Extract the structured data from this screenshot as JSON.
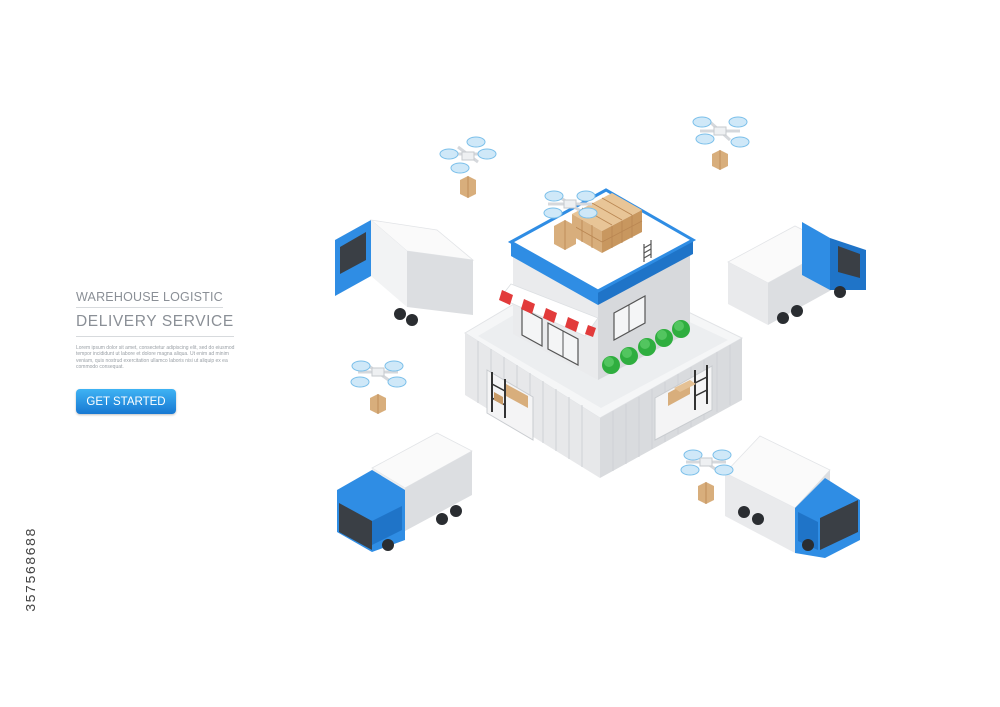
{
  "hero": {
    "subtitle": "WAREHOUSE LOGISTIC",
    "title": "DELIVERY SERVICE",
    "body": "Lorem ipsum dolor sit amet, consectetur adipiscing elit, sed do eiusmod tempor incididunt ut labore et dolore magna aliqua. Ut enim ad minim veniam, quis nostrud exercitation ullamco laboris nisi ut aliquip ex ea commodo consequat.",
    "cta_label": "GET STARTED"
  },
  "watermark": {
    "stock_id": "357568688"
  },
  "colors": {
    "accent_blue": "#2f8de4",
    "awning_red": "#e23b3b",
    "box_brown": "#d8ae7c",
    "tree_green": "#2fae3f",
    "button_gradient_top": "#3fb3f4",
    "button_gradient_bottom": "#1778d2"
  },
  "illustration": {
    "icons": [
      "warehouse-icon",
      "shop-icon",
      "awning-icon",
      "tree-icon",
      "truck-icon",
      "drone-icon",
      "parcel-icon",
      "shelf-icon",
      "ladder-icon"
    ]
  }
}
